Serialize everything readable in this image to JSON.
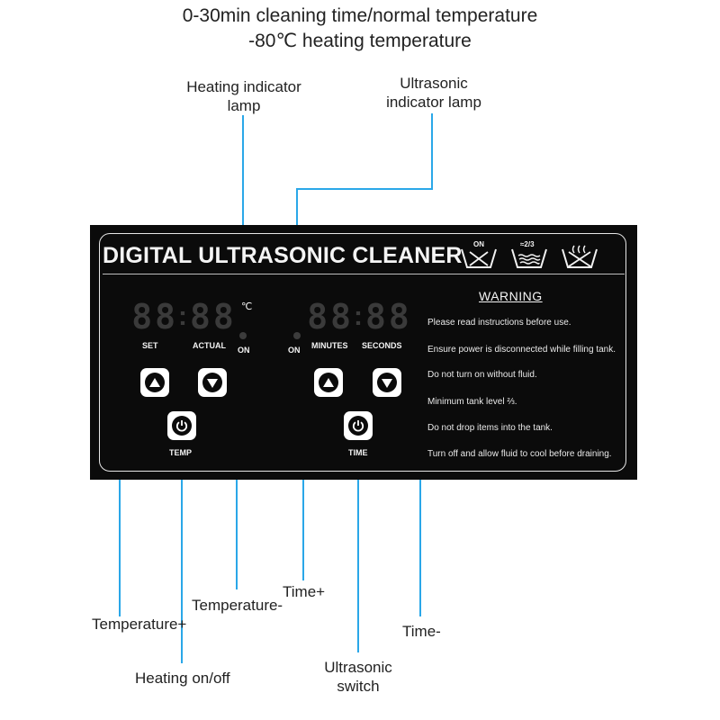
{
  "heading": {
    "line1": "0-30min cleaning time/normal temperature",
    "line2": "-80℃ heating temperature"
  },
  "callouts": {
    "heating_lamp": [
      "Heating indicator",
      "lamp"
    ],
    "ultrasonic_lamp": [
      "Ultrasonic",
      "indicator lamp"
    ],
    "temperature_plus": "Temperature+",
    "temperature_minus": "Temperature-",
    "heating_on_off": "Heating on/off",
    "time_plus": "Time+",
    "ultrasonic_switch": [
      "Ultrasonic",
      "switch"
    ],
    "time_minus": "Time-"
  },
  "panel": {
    "title": "DIGITAL ULTRASONIC CLEANER",
    "symbols": [
      {
        "icon": "basin-on-icon",
        "label": "ON"
      },
      {
        "icon": "tank-level-two-thirds-icon",
        "label": "≈2/3"
      },
      {
        "icon": "no-heating-empty-icon",
        "label": ""
      }
    ],
    "left_display": {
      "digits": [
        "8",
        "8",
        "8",
        "8"
      ],
      "unit": "℃",
      "lamp_label": "ON"
    },
    "left_labels": {
      "set": "SET",
      "actual": "ACTUAL"
    },
    "right_display": {
      "digits": [
        "8",
        "8",
        "8",
        "8"
      ],
      "lamp_label": "ON"
    },
    "right_labels": {
      "minutes": "MINUTES",
      "seconds": "SECONDS"
    },
    "temp_label": "TEMP",
    "time_label": "TIME",
    "warning": {
      "title": "WARNING",
      "lines": [
        "Please read instructions before use.",
        "Ensure power is disconnected while filling tank.",
        "Do not turn on without fluid.",
        "Minimum tank level ⅔.",
        "Do not drop items into the tank.",
        "Turn off and allow fluid to cool before draining."
      ]
    },
    "colors": {
      "panel": "#0b0b0b",
      "leader": "#2aa7e8"
    }
  }
}
